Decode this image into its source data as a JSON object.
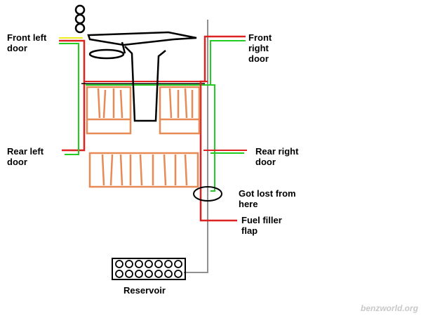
{
  "labels": {
    "front_left": [
      "Front left",
      "door"
    ],
    "front_right": [
      "Front",
      "right",
      "door"
    ],
    "rear_left": [
      "Rear left",
      "door"
    ],
    "rear_right": [
      "Rear right",
      "door"
    ],
    "lost": [
      "Got lost from",
      "here"
    ],
    "fuel": [
      "Fuel filler",
      "flap"
    ],
    "reservoir": "Reservoir"
  },
  "watermark": "benzworld.org",
  "colors": {
    "red": "#dd2222",
    "green": "#22cc22",
    "yellow": "#eeee22",
    "grey": "#909090",
    "orange": "#e88a55",
    "black": "#000000"
  }
}
